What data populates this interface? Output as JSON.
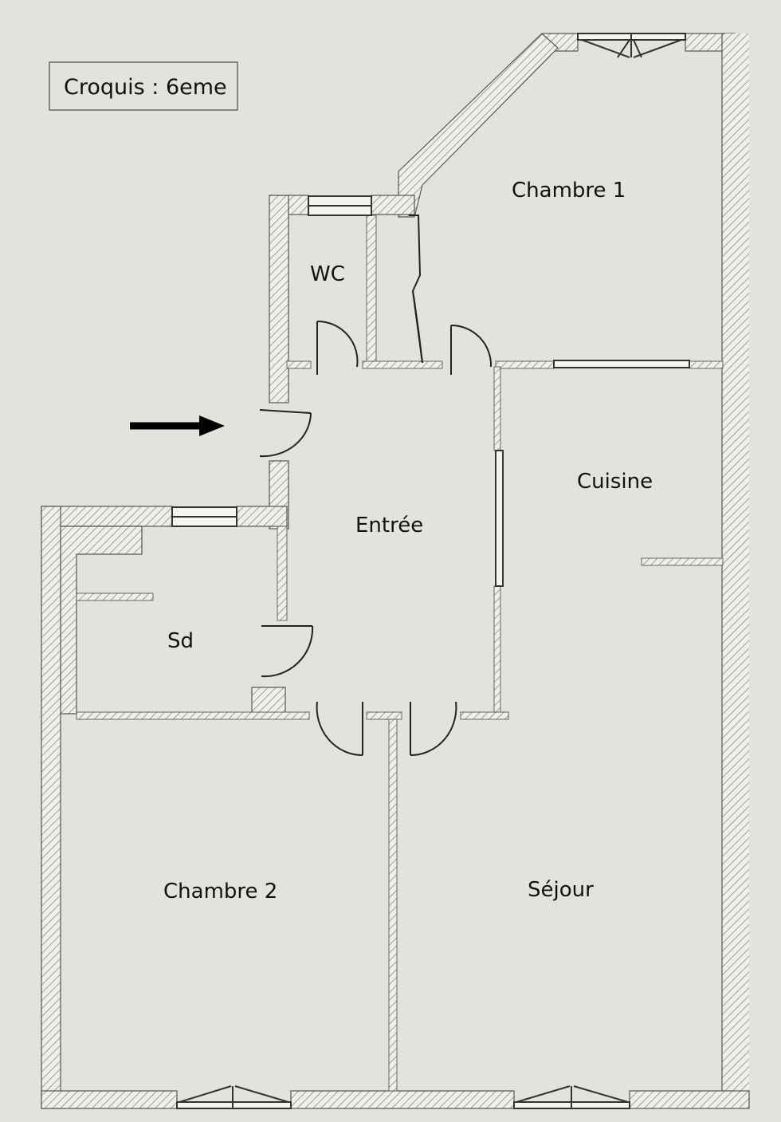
{
  "title": "Croquis : 6eme",
  "rooms": {
    "chambre1": "Chambre  1",
    "wc": "WC",
    "cuisine": "Cuisine",
    "entree": "Entrée",
    "sd": "Sd",
    "chambre2": "Chambre  2",
    "sejour": "Séjour"
  },
  "colors": {
    "paper": "#e6e6e1",
    "wall_line": "#555555",
    "hatch": "#8a8a8a",
    "arrow": "#000000"
  }
}
